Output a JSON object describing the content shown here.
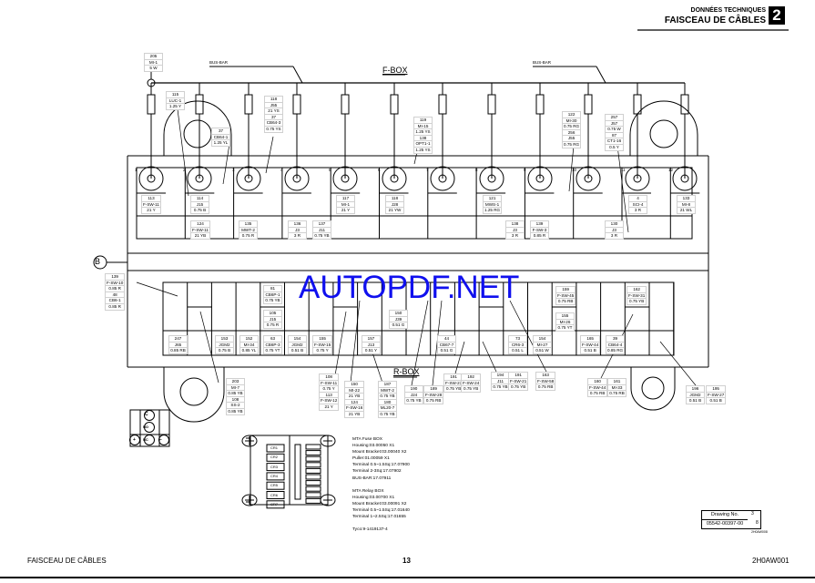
{
  "header": {
    "section": "DONNÉES TECHNIQUES",
    "title": "FAISCEAU DE CÂBLES",
    "chapter": "2"
  },
  "footer": {
    "left": "FAISCEAU DE CÂBLES",
    "page": "13",
    "code": "2H0AW001"
  },
  "diagram": {
    "fbox_title": "F-BOX",
    "rbox_title": "R-BOX",
    "busbar_label": "BUS-BAR",
    "connector_ref": "B",
    "watermark": "AUTOPDF.NET",
    "fuse_numbers": [
      "1",
      "2",
      "3",
      "4",
      "5",
      "6",
      "7",
      "8",
      "9",
      "10",
      "11",
      "12"
    ],
    "switch_symbol": {
      "c": "C",
      "no": "NO",
      "nc": "NC",
      "plus": "+",
      "minus": "−"
    },
    "relay_slots": [
      "CR1",
      "CR2",
      "CR3",
      "CR4",
      "CR5",
      "CR6",
      "CR7"
    ],
    "labels": [
      [
        "205",
        "MI-1",
        "5 W"
      ],
      [
        "115",
        "LUC-1",
        "1.25 Y"
      ],
      [
        "37",
        "CB64-1",
        "1.25 YL"
      ],
      [
        "118",
        "J55",
        "21 YS",
        "37",
        "CB64-3",
        "0.75 YS"
      ],
      [
        "119",
        "MI-15",
        "1.25 YS",
        "138",
        "OPT1-1",
        "1.25 YS"
      ],
      [
        "122",
        "MI-30",
        "0.75 RG",
        "256",
        "J55",
        "0.75 RG"
      ],
      [
        "257",
        "J57",
        "0.75 W",
        "87",
        "CT1-16",
        "0.5 Y"
      ],
      [
        "113",
        "F-SW-11",
        "21 Y"
      ],
      [
        "114",
        "J15",
        "0.75 B"
      ],
      [
        "117",
        "MI-1",
        "21 Y"
      ],
      [
        "118",
        "J28",
        "21 YW"
      ],
      [
        "121",
        "MWS-1",
        "1.25 RG"
      ],
      [
        "4",
        "SCI-4",
        "3 R"
      ],
      [
        "133",
        "MI-8",
        "21 WL"
      ],
      [
        "124",
        "F-SW-11",
        "21 YB"
      ],
      [
        "135",
        "MWT-2",
        "0.75 R"
      ],
      [
        "136",
        "J3",
        "3 R"
      ],
      [
        "137",
        "J11",
        "0.75 YB"
      ],
      [
        "138",
        "J3",
        "3 R"
      ],
      [
        "139",
        "F-SW-3",
        "0.85 R"
      ],
      [
        "130",
        "J3",
        "3 R"
      ],
      [
        "139",
        "F-SW-10",
        "0.85 R",
        "48",
        "CB6-1",
        "0.85 R"
      ],
      [
        "81",
        "CB6P-1",
        "0.75 YB"
      ],
      [
        "105",
        "J15",
        "0.75 R"
      ],
      [
        "247",
        "J65",
        "0.85 RB"
      ],
      [
        "153",
        "JGM2",
        "0.75 B"
      ],
      [
        "152",
        "MI-34",
        "0.85 YL"
      ],
      [
        "63",
        "CB6P-3",
        "0.75 YT"
      ],
      [
        "154",
        "JGM2",
        "0.51 B"
      ],
      [
        "155",
        "F-SW-15",
        "0.75 Y"
      ],
      [
        "157",
        "J13",
        "0.51 Y"
      ],
      [
        "44",
        "CB67-7",
        "0.51 G"
      ],
      [
        "73",
        "CR6-3",
        "0.51 L"
      ],
      [
        "154",
        "MI-27",
        "0.51 W"
      ],
      [
        "165",
        "F-SW-44",
        "0.51 B"
      ],
      [
        "39",
        "CB64-4",
        "0.85 RG"
      ],
      [
        "150",
        "J39",
        "0.51 G"
      ],
      [
        "159",
        "F-SW-45",
        "0.75 RB"
      ],
      [
        "155",
        "MI-26",
        "0.75 YT"
      ],
      [
        "162",
        "F-SW-31",
        "0.75 YB"
      ],
      [
        "203",
        "MI-7",
        "0.85 YB",
        "108",
        "SS-2",
        "0.85 YB"
      ],
      [
        "108",
        "F-SW-11",
        "0.75 Y",
        "113",
        "F-SW-12",
        "21 Y"
      ],
      [
        "150",
        "MI-22",
        "21 YB",
        "124",
        "F-SW-16",
        "21 YB"
      ],
      [
        "187",
        "MWT-2",
        "0.75 YB",
        "180",
        "ML20-7",
        "0.75 YB"
      ],
      [
        "190",
        "J24",
        "0.75 YB"
      ],
      [
        "189",
        "F-SW-28",
        "0.75 RB"
      ],
      [
        "191",
        "F-SW-23",
        "0.75 YB"
      ],
      [
        "192",
        "F-SW-24",
        "0.75 YB"
      ],
      [
        "194",
        "J11",
        "0.75 YB"
      ],
      [
        "191",
        "F-SW-21",
        "0.75 YB"
      ],
      [
        "163",
        "F-SW-58",
        "0.75 RB"
      ],
      [
        "160",
        "F-SW-44",
        "0.75 RB"
      ],
      [
        "161",
        "MI-33",
        "0.75 RB"
      ],
      [
        "196",
        "JGM2",
        "0.51 B"
      ],
      [
        "195",
        "F-SW-27",
        "0.51 B"
      ]
    ]
  },
  "notes": [
    "MTA Fuse BOX",
    "Housing:03.00050 X1",
    "Mount Bracket:03.00040 X2",
    "Puller:01.00059 X1",
    "Terminal 0.5~1.5Sq:17.07900",
    "Terminal 2-3Sq:17.07902",
    "BUS-BAR:17.07911",
    "",
    "MTA Relay BOX",
    "Housing:03.00700 X1",
    "Mount Bracket:03.00091 X2",
    "Terminal 0.5~1.5Sq:17.01640",
    "Terminal 1~2.5Sq:17.01655",
    "",
    "Tyco:9-1419137-4"
  ],
  "drawing": {
    "label": "Drawing No.",
    "number": "05542-00397-00",
    "sheet": "3",
    "sheets": "8",
    "ref": "2H0AW008"
  }
}
